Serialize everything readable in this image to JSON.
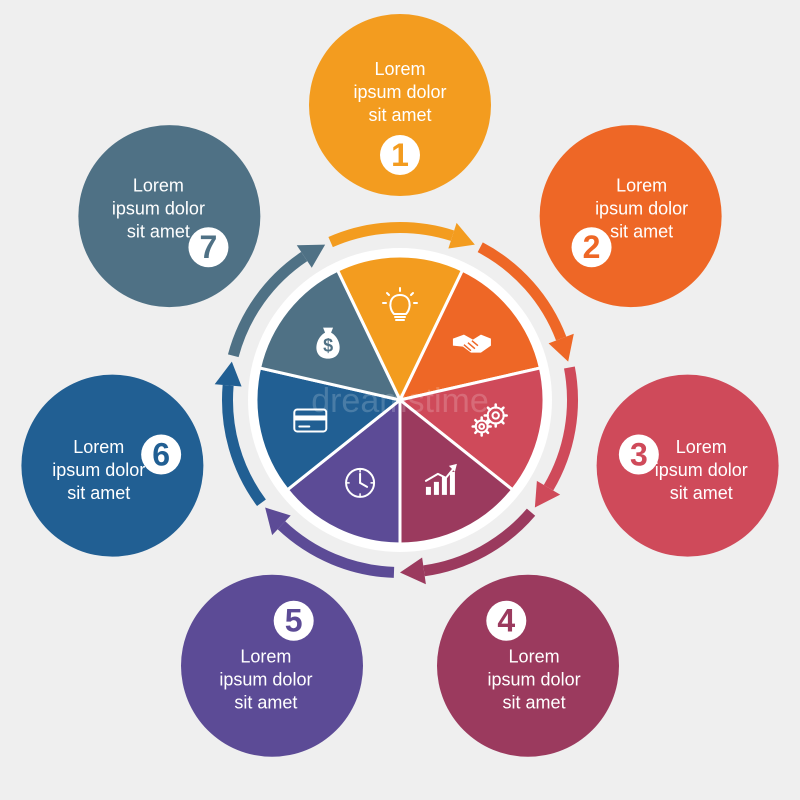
{
  "watermark": "dreamstime",
  "items": [
    {
      "number": "1",
      "lines": [
        "Lorem",
        "ipsum dolor",
        "sit amet"
      ],
      "color": "#f39c1f",
      "icon": "lightbulb-icon"
    },
    {
      "number": "2",
      "lines": [
        "Lorem",
        "ipsum dolor",
        "sit amet"
      ],
      "color": "#ee6726",
      "icon": "handshake-icon"
    },
    {
      "number": "3",
      "lines": [
        "Lorem",
        "ipsum dolor",
        "sit amet"
      ],
      "color": "#cf4a5a",
      "icon": "gears-icon"
    },
    {
      "number": "4",
      "lines": [
        "Lorem",
        "ipsum dolor",
        "sit amet"
      ],
      "color": "#9b3a5e",
      "icon": "growth-chart-icon"
    },
    {
      "number": "5",
      "lines": [
        "Lorem",
        "ipsum dolor",
        "sit amet"
      ],
      "color": "#5c4b96",
      "icon": "clock-icon"
    },
    {
      "number": "6",
      "lines": [
        "Lorem",
        "ipsum dolor",
        "sit amet"
      ],
      "color": "#215f93",
      "icon": "credit-card-icon"
    },
    {
      "number": "7",
      "lines": [
        "Lorem",
        "ipsum dolor",
        "sit amet"
      ],
      "color": "#4f7185",
      "icon": "money-bag-icon"
    }
  ]
}
